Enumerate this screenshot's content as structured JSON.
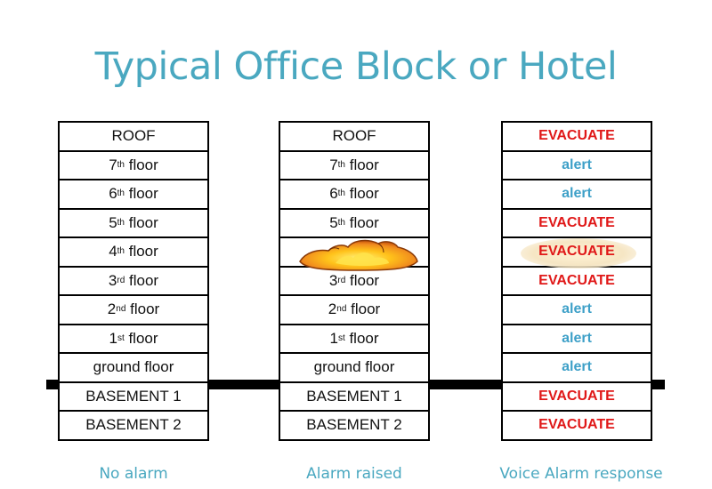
{
  "title": "Typical Office Block or Hotel",
  "columns": [
    {
      "caption": "No alarm",
      "rows": [
        {
          "text": "ROOF"
        },
        {
          "base": "7",
          "sup": "th",
          "rest": " floor"
        },
        {
          "base": "6",
          "sup": "th",
          "rest": " floor"
        },
        {
          "base": "5",
          "sup": "th",
          "rest": " floor"
        },
        {
          "base": "4",
          "sup": "th",
          "rest": " floor"
        },
        {
          "base": "3",
          "sup": "rd",
          "rest": " floor"
        },
        {
          "base": "2",
          "sup": "nd",
          "rest": " floor"
        },
        {
          "base": "1",
          "sup": "st",
          "rest": " floor"
        },
        {
          "text": "ground floor"
        },
        {
          "text": "BASEMENT 1"
        },
        {
          "text": "BASEMENT 2"
        }
      ]
    },
    {
      "caption": "Alarm raised",
      "fire_icon": "fire-icon",
      "rows": [
        {
          "text": "ROOF"
        },
        {
          "base": "7",
          "sup": "th",
          "rest": " floor"
        },
        {
          "base": "6",
          "sup": "th",
          "rest": " floor"
        },
        {
          "base": "5",
          "sup": "th",
          "rest": " floor"
        },
        {
          "text": ""
        },
        {
          "base": "3",
          "sup": "rd",
          "rest": " floor"
        },
        {
          "base": "2",
          "sup": "nd",
          "rest": " floor"
        },
        {
          "base": "1",
          "sup": "st",
          "rest": " floor"
        },
        {
          "text": "ground floor"
        },
        {
          "text": "BASEMENT 1"
        },
        {
          "text": "BASEMENT 2"
        }
      ]
    },
    {
      "caption": "Voice Alarm response",
      "rows": [
        {
          "text": "EVACUATE"
        },
        {
          "text": "alert"
        },
        {
          "text": "alert"
        },
        {
          "text": "EVACUATE"
        },
        {
          "text": "EVACUATE"
        },
        {
          "text": "EVACUATE"
        },
        {
          "text": "alert"
        },
        {
          "text": "alert"
        },
        {
          "text": "alert"
        },
        {
          "text": "EVACUATE"
        },
        {
          "text": "EVACUATE"
        }
      ]
    }
  ],
  "colors": {
    "title": "#4aa8c0",
    "evacuate": "#e01818",
    "alert": "#3ea0c8",
    "fire_outer": "#e8741c",
    "fire_inner": "#ffd21a"
  }
}
